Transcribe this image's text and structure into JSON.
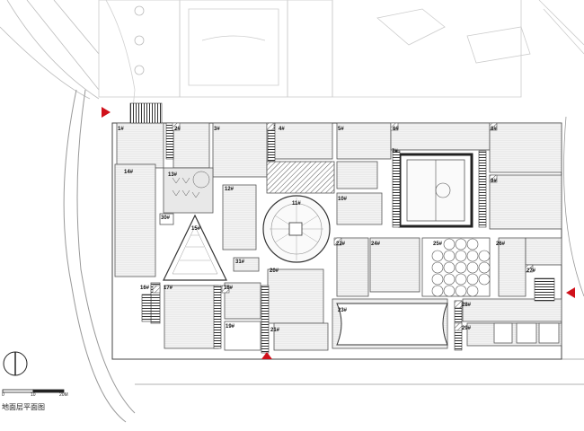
{
  "plan": {
    "title": "地面层平面图",
    "scale_labels": [
      "0",
      "10",
      "20M"
    ],
    "labels": {
      "b1": "1#",
      "b2": "2#",
      "b3": "3#",
      "b4": "4#",
      "b5": "5#",
      "b6": "6#",
      "b7": "7#",
      "b8": "8#",
      "b9": "9#",
      "b10": "10#",
      "b11": "11#",
      "b12": "12#",
      "b13": "13#",
      "b14": "14#",
      "b15": "15#",
      "b16": "16#",
      "b17": "17#",
      "b18": "18#",
      "b19": "19#",
      "b20": "20#",
      "b21": "21#",
      "b22": "22#",
      "b23": "23#",
      "b24": "24#",
      "b25": "25#",
      "b26": "26#",
      "b27": "27#",
      "b28": "28#",
      "b29": "29#",
      "b30": "30#",
      "b31": "31#"
    }
  },
  "colors": {
    "line": "#555555",
    "hatch": "#bdbdbd",
    "dark": "#222222",
    "entrance": "#d0111b",
    "context": "#bcbcbc"
  }
}
